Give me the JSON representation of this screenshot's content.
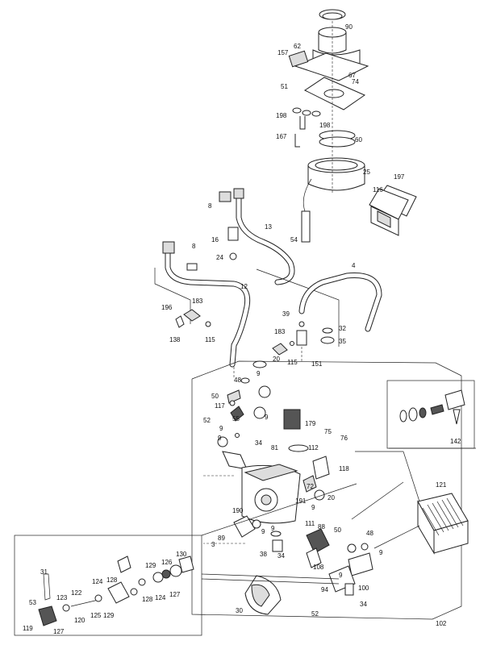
{
  "parts": [
    {
      "id": "p90",
      "text": "90"
    },
    {
      "id": "p157",
      "text": "157"
    },
    {
      "id": "p62",
      "text": "62"
    },
    {
      "id": "p67",
      "text": "67"
    },
    {
      "id": "p51",
      "text": "51"
    },
    {
      "id": "p74",
      "text": "74"
    },
    {
      "id": "p198a",
      "text": "198"
    },
    {
      "id": "p198b",
      "text": "198"
    },
    {
      "id": "p167",
      "text": "167"
    },
    {
      "id": "p60",
      "text": "60"
    },
    {
      "id": "p25",
      "text": "25"
    },
    {
      "id": "p197",
      "text": "197"
    },
    {
      "id": "p116",
      "text": "116"
    },
    {
      "id": "p8a",
      "text": "8"
    },
    {
      "id": "p13",
      "text": "13"
    },
    {
      "id": "p16",
      "text": "16"
    },
    {
      "id": "p54",
      "text": "54"
    },
    {
      "id": "p8b",
      "text": "8"
    },
    {
      "id": "p24",
      "text": "24"
    },
    {
      "id": "p4",
      "text": "4"
    },
    {
      "id": "p12",
      "text": "12"
    },
    {
      "id": "p183a",
      "text": "183"
    },
    {
      "id": "p196",
      "text": "196"
    },
    {
      "id": "p39",
      "text": "39"
    },
    {
      "id": "p32",
      "text": "32"
    },
    {
      "id": "p138",
      "text": "138"
    },
    {
      "id": "p115a",
      "text": "115"
    },
    {
      "id": "p183b",
      "text": "183"
    },
    {
      "id": "p35",
      "text": "35"
    },
    {
      "id": "p20a",
      "text": "20"
    },
    {
      "id": "p115b",
      "text": "115"
    },
    {
      "id": "p151",
      "text": "151"
    },
    {
      "id": "p9a",
      "text": "9"
    },
    {
      "id": "p48a",
      "text": "48"
    },
    {
      "id": "p50a",
      "text": "50"
    },
    {
      "id": "p117",
      "text": "117"
    },
    {
      "id": "p52a",
      "text": "52"
    },
    {
      "id": "p55",
      "text": "55"
    },
    {
      "id": "p179",
      "text": "179"
    },
    {
      "id": "p9b",
      "text": "9"
    },
    {
      "id": "p9c",
      "text": "9"
    },
    {
      "id": "p34a",
      "text": "34"
    },
    {
      "id": "p142",
      "text": "142"
    },
    {
      "id": "p75",
      "text": "75"
    },
    {
      "id": "p76",
      "text": "76"
    },
    {
      "id": "p81",
      "text": "81"
    },
    {
      "id": "p9d",
      "text": "9"
    },
    {
      "id": "p112",
      "text": "112"
    },
    {
      "id": "p118",
      "text": "118"
    },
    {
      "id": "p72",
      "text": "72"
    },
    {
      "id": "p20b",
      "text": "20"
    },
    {
      "id": "p121",
      "text": "121"
    },
    {
      "id": "p190",
      "text": "190"
    },
    {
      "id": "p191",
      "text": "191"
    },
    {
      "id": "p9e",
      "text": "9"
    },
    {
      "id": "p111",
      "text": "111"
    },
    {
      "id": "p88",
      "text": "88"
    },
    {
      "id": "p50b",
      "text": "50"
    },
    {
      "id": "p48b",
      "text": "48"
    },
    {
      "id": "p89",
      "text": "89"
    },
    {
      "id": "p3",
      "text": "3"
    },
    {
      "id": "p9f",
      "text": "9"
    },
    {
      "id": "p9g",
      "text": "9"
    },
    {
      "id": "p38",
      "text": "38"
    },
    {
      "id": "p34b",
      "text": "34"
    },
    {
      "id": "p108",
      "text": "108"
    },
    {
      "id": "p9h",
      "text": "9"
    },
    {
      "id": "p129a",
      "text": "129"
    },
    {
      "id": "p126",
      "text": "126"
    },
    {
      "id": "p130",
      "text": "130"
    },
    {
      "id": "p31",
      "text": "31"
    },
    {
      "id": "p124a",
      "text": "124"
    },
    {
      "id": "p128a",
      "text": "128"
    },
    {
      "id": "p122",
      "text": "122"
    },
    {
      "id": "p123",
      "text": "123"
    },
    {
      "id": "p128b",
      "text": "128"
    },
    {
      "id": "p124b",
      "text": "124"
    },
    {
      "id": "p127a",
      "text": "127"
    },
    {
      "id": "p53",
      "text": "53"
    },
    {
      "id": "p125",
      "text": "125"
    },
    {
      "id": "p129b",
      "text": "129"
    },
    {
      "id": "p100",
      "text": "100"
    },
    {
      "id": "p94",
      "text": "94"
    },
    {
      "id": "p9i",
      "text": "9"
    },
    {
      "id": "p120",
      "text": "120"
    },
    {
      "id": "p119",
      "text": "119"
    },
    {
      "id": "p127b",
      "text": "127"
    },
    {
      "id": "p30",
      "text": "30"
    },
    {
      "id": "p34c",
      "text": "34"
    },
    {
      "id": "p52b",
      "text": "52"
    },
    {
      "id": "p102",
      "text": "102"
    }
  ]
}
